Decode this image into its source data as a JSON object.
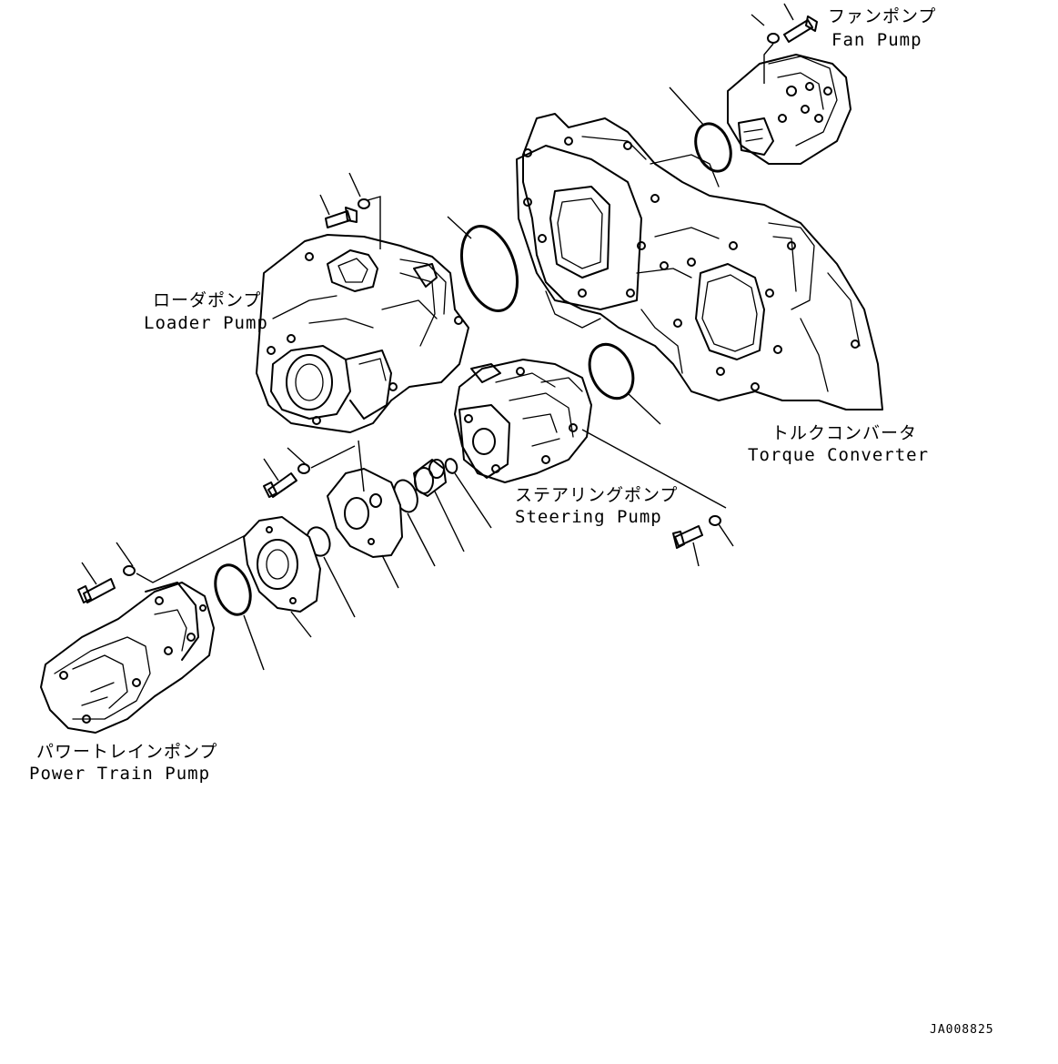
{
  "labels": {
    "fan_pump_jp": "ファンポンプ",
    "fan_pump_en": "Fan Pump",
    "loader_pump_jp": "ローダポンプ",
    "loader_pump_en": "Loader Pump",
    "torque_converter_jp": "トルクコンバータ",
    "torque_converter_en": "Torque Converter",
    "steering_pump_jp": "ステアリングポンプ",
    "steering_pump_en": "Steering Pump",
    "power_train_pump_jp": "パワートレインポンプ",
    "power_train_pump_en": "Power Train Pump"
  },
  "drawing_ref": "JA008825",
  "colors": {
    "ink": "#000000",
    "paper": "#ffffff"
  }
}
